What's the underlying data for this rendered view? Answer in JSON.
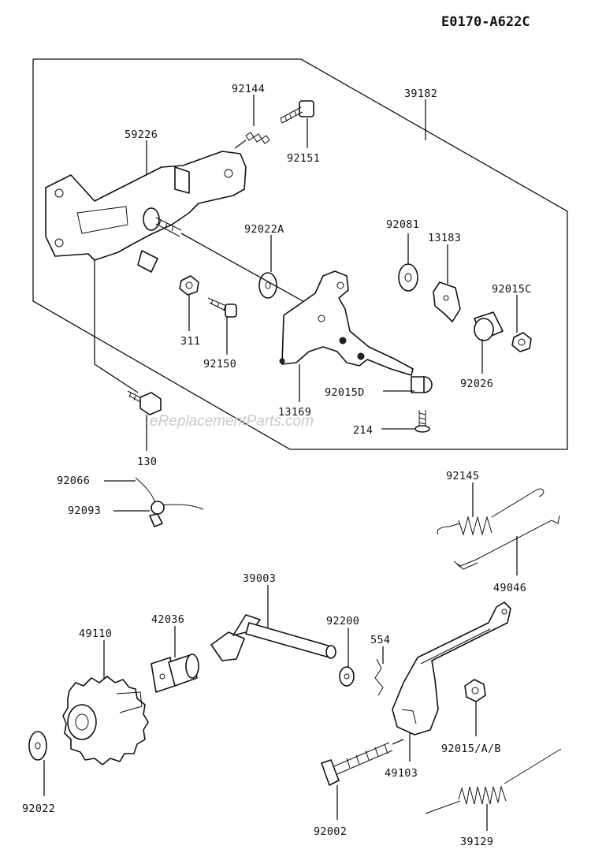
{
  "diagram_code": "E0170-A622C",
  "watermark": "eReplacementParts.com",
  "labels": {
    "p92144": "92144",
    "p39182": "39182",
    "p59226": "59226",
    "p92151": "92151",
    "p92022A": "92022A",
    "p92081": "92081",
    "p13183": "13183",
    "p92015C": "92015C",
    "p311": "311",
    "p92150": "92150",
    "p92026": "92026",
    "p92015D": "92015D",
    "p13169": "13169",
    "p214": "214",
    "p130": "130",
    "p92066": "92066",
    "p92093": "92093",
    "p92145": "92145",
    "p49046": "49046",
    "p39003": "39003",
    "p42036": "42036",
    "p49110": "49110",
    "p92200": "92200",
    "p554": "554",
    "p92015AB": "92015/A/B",
    "p49103": "49103",
    "p92022": "92022",
    "p92002": "92002",
    "p39129": "39129"
  }
}
